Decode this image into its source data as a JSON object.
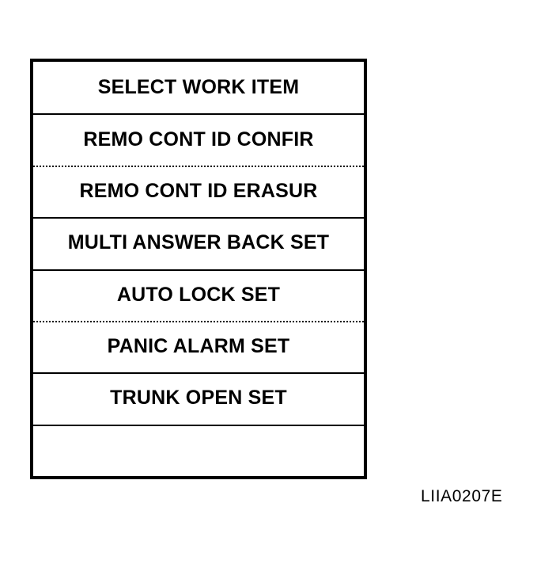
{
  "figure": {
    "caption": "LIIA0207E",
    "background_color": "#ffffff",
    "ink_color": "#000000"
  },
  "menu": {
    "header": {
      "label": "SELECT WORK ITEM",
      "separator_below": "solid"
    },
    "rows": [
      {
        "label": "REMO CONT ID CONFIR",
        "separator_above": "solid",
        "separator_below": "dotted",
        "empty": false
      },
      {
        "label": "REMO CONT ID ERASUR",
        "separator_above": "dotted",
        "separator_below": "solid",
        "empty": false
      },
      {
        "label": "MULTI ANSWER BACK SET",
        "separator_above": "solid",
        "separator_below": "solid",
        "empty": false
      },
      {
        "label": "AUTO LOCK SET",
        "separator_above": "solid",
        "separator_below": "dotted",
        "empty": false
      },
      {
        "label": "PANIC ALARM SET",
        "separator_above": "dotted",
        "separator_below": "solid",
        "empty": false
      },
      {
        "label": "TRUNK OPEN SET",
        "separator_above": "solid",
        "separator_below": "solid",
        "empty": false
      },
      {
        "label": "",
        "separator_above": "solid",
        "separator_below": "none",
        "empty": true
      }
    ]
  }
}
